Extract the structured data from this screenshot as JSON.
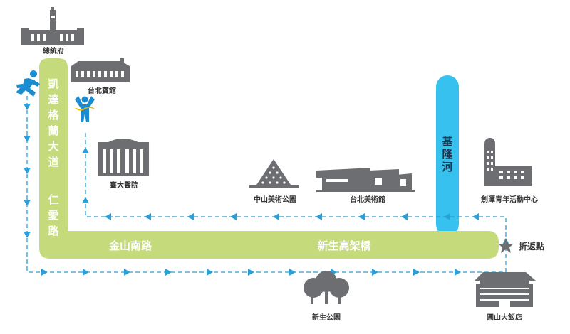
{
  "colors": {
    "road": "#c5db7b",
    "river": "#36c1ef",
    "route": "#2a9fd8",
    "building": "#6d6e71",
    "runner": "#1a8ccf",
    "label_text": "#333333",
    "star": "#6d6e71"
  },
  "roads": {
    "ketagalan": "凱達格蘭大道",
    "renai": "仁愛路",
    "jinshan_south": "金山南路",
    "xinsheng_overpass": "新生高架橋"
  },
  "river": {
    "name": "基隆河"
  },
  "landmarks": {
    "presidential_office": "總統府",
    "taipei_guest_house": "台北賓館",
    "ntu_hospital": "臺大醫院",
    "zhongshan_art_park": "中山美術公園",
    "taipei_fine_arts_museum": "台北美術館",
    "youth_activity_center": "劍潭青年活動中心",
    "xinsheng_park": "新生公園",
    "grand_hotel": "圓山大飯店"
  },
  "turnaround": {
    "label": "折返點",
    "icon": "star-icon"
  },
  "icons": {
    "start": "runner-icon",
    "finish": "finish-runner-icon"
  }
}
